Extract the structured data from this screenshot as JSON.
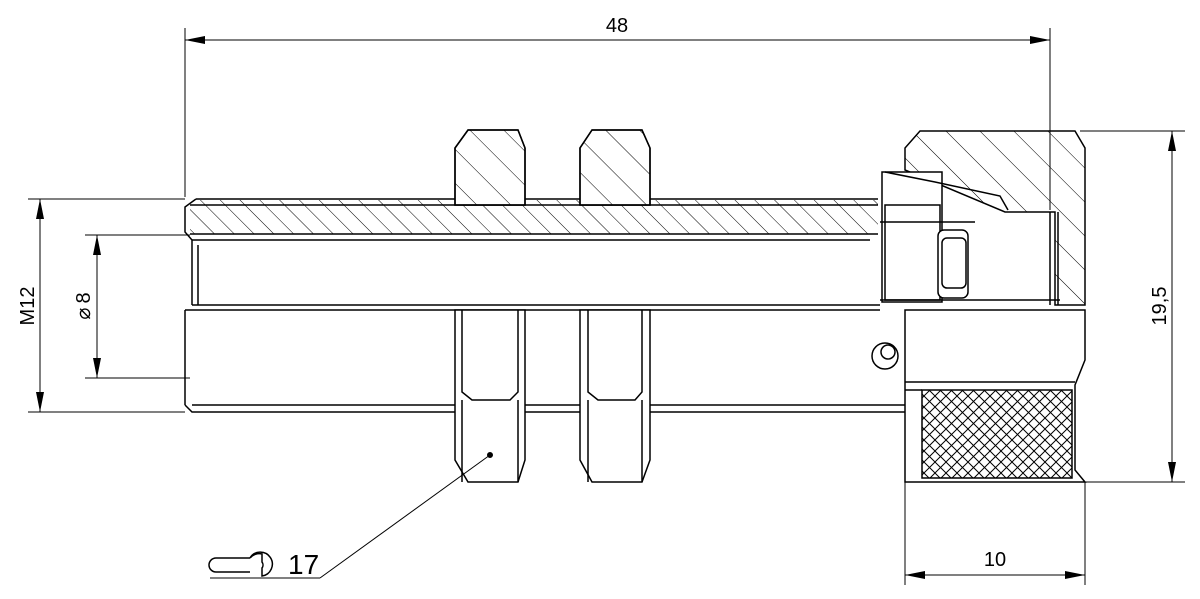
{
  "dimensions": {
    "overall_length": "48",
    "thread_size": "M12",
    "bore_diameter_symbol": "⌀",
    "bore_diameter": "8",
    "outer_diameter": "19,5",
    "knurl_width": "10"
  },
  "callout": {
    "wrench_size": "17",
    "icon": "wrench-icon"
  },
  "colors": {
    "line": "#000000",
    "background": "#ffffff"
  }
}
